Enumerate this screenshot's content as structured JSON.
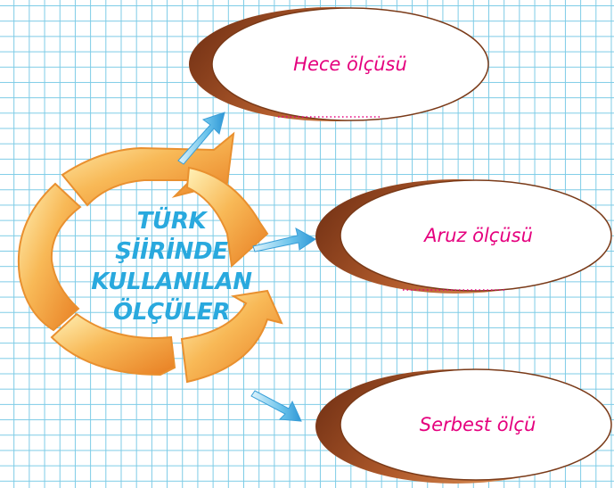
{
  "center": {
    "lines": [
      "TÜRK",
      "ŞİİRİNDE",
      "KULLANILAN",
      "ÖLÇÜLER"
    ]
  },
  "nodes": [
    {
      "label": "Hece ölçüsü"
    },
    {
      "label": "Aruz ölçüsü"
    },
    {
      "label": "Serbest ölçü"
    }
  ],
  "colors": {
    "grid": "#7ccbe6",
    "center_text": "#29a9de",
    "node_text": "#e5007e",
    "ring": "#f39a2e",
    "ellipse_shadow": "#a8552a",
    "arrow": "#5fb9e6"
  }
}
